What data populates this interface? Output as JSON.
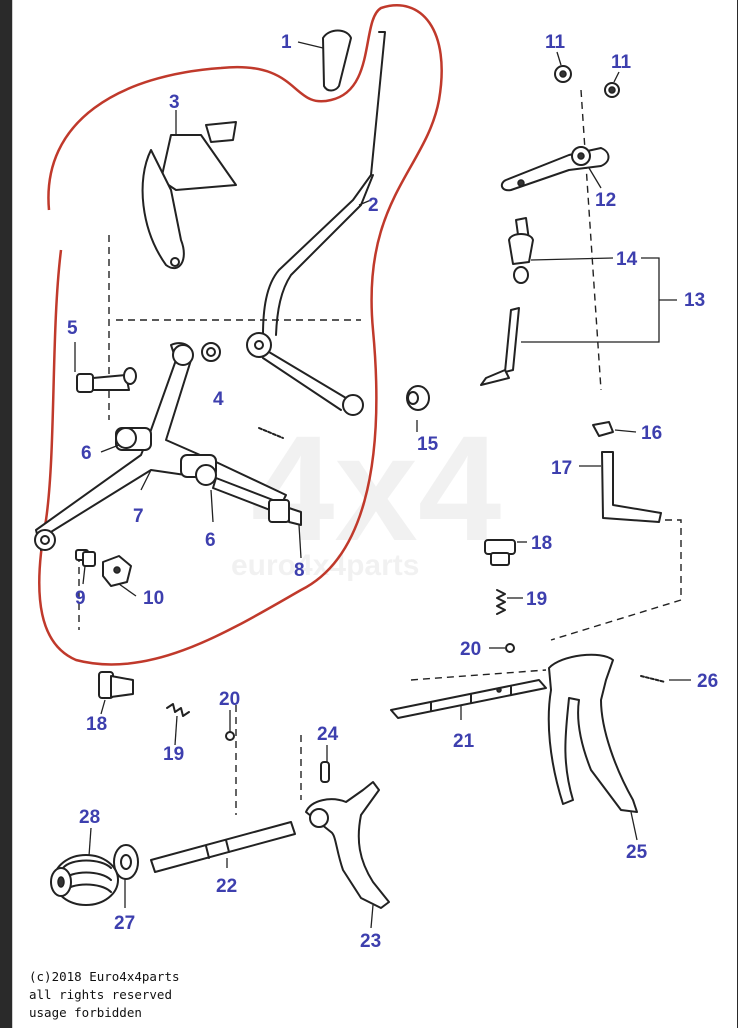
{
  "colors": {
    "callout": "#3d3fae",
    "highlight": "#c0392b",
    "background": "#ffffff"
  },
  "watermark": {
    "line1": "4x4",
    "line2": "euro4x4parts"
  },
  "callouts": [
    {
      "id": "c1",
      "label": "1"
    },
    {
      "id": "c2",
      "label": "2"
    },
    {
      "id": "c3",
      "label": "3"
    },
    {
      "id": "c4",
      "label": "4"
    },
    {
      "id": "c5",
      "label": "5"
    },
    {
      "id": "c6a",
      "label": "6"
    },
    {
      "id": "c6b",
      "label": "6"
    },
    {
      "id": "c7",
      "label": "7"
    },
    {
      "id": "c8",
      "label": "8"
    },
    {
      "id": "c9",
      "label": "9"
    },
    {
      "id": "c10",
      "label": "10"
    },
    {
      "id": "c11a",
      "label": "11"
    },
    {
      "id": "c11b",
      "label": "11"
    },
    {
      "id": "c12",
      "label": "12"
    },
    {
      "id": "c13",
      "label": "13"
    },
    {
      "id": "c14",
      "label": "14"
    },
    {
      "id": "c15",
      "label": "15"
    },
    {
      "id": "c16",
      "label": "16"
    },
    {
      "id": "c17",
      "label": "17"
    },
    {
      "id": "c18a",
      "label": "18"
    },
    {
      "id": "c18b",
      "label": "18"
    },
    {
      "id": "c19a",
      "label": "19"
    },
    {
      "id": "c19b",
      "label": "19"
    },
    {
      "id": "c20a",
      "label": "20"
    },
    {
      "id": "c20b",
      "label": "20"
    },
    {
      "id": "c21",
      "label": "21"
    },
    {
      "id": "c22",
      "label": "22"
    },
    {
      "id": "c23",
      "label": "23"
    },
    {
      "id": "c24",
      "label": "24"
    },
    {
      "id": "c25",
      "label": "25"
    },
    {
      "id": "c26",
      "label": "26"
    },
    {
      "id": "c27",
      "label": "27"
    },
    {
      "id": "c28",
      "label": "28"
    }
  ],
  "copyright": {
    "line1": "(c)2018 Euro4x4parts",
    "line2": "all rights reserved",
    "line3": "usage forbidden"
  }
}
